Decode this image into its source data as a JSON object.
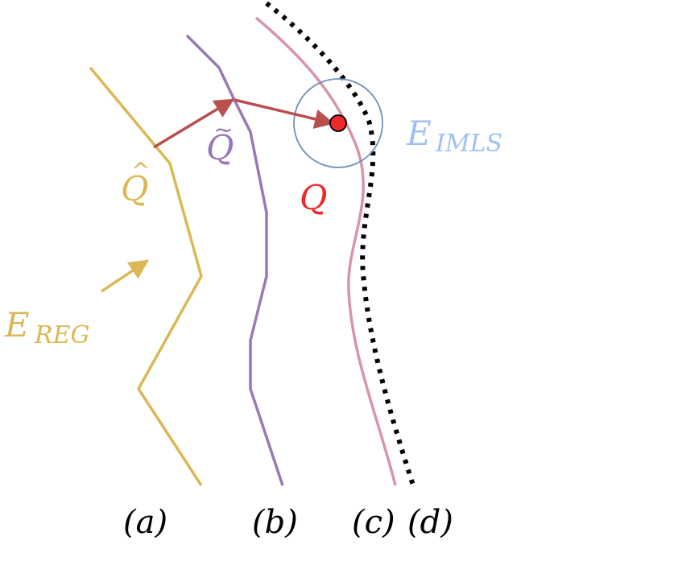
{
  "colors": {
    "reg": "#dbb855",
    "tilde": "#9a78b4",
    "final": "#d696a8",
    "target": "#000000",
    "arrow": "#b8504e",
    "point": "#ee2b2b",
    "circle": "#6f8fb8",
    "imls_label": "#9fc0f2"
  },
  "labels": {
    "q_hat_base": "Q",
    "q_hat_accent": "^",
    "q_tilde_base": "Q",
    "q_tilde_accent": "~",
    "q": "Q",
    "e_reg_base": "E",
    "e_reg_sub": "REG",
    "e_imls_base": "E",
    "e_imls_sub": "IMLS"
  },
  "captions": {
    "a": "(a)",
    "b": "(b)",
    "c": "(c)",
    "d": "(d)"
  }
}
